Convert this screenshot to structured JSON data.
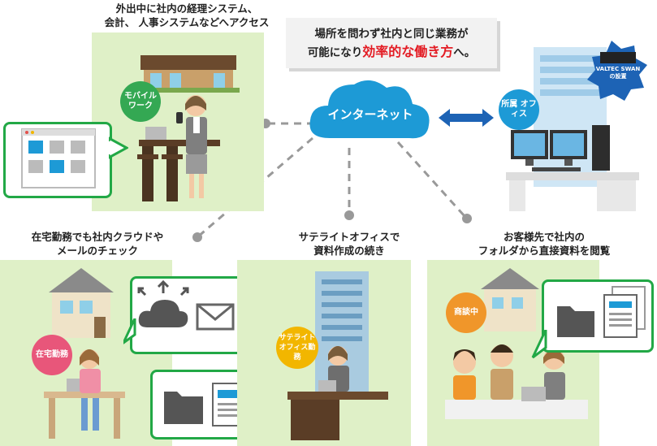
{
  "message": {
    "line1": "場所を問わず社内と同じ業務が",
    "line2_before": "可能になり",
    "line2_highlight": "効率的な働き方",
    "line2_after": "へ。"
  },
  "cloud_label": "インターネット",
  "office": {
    "badge": "所属 オフィス",
    "device_label_1": "VALTEC SWAN",
    "device_label_2": "の設置"
  },
  "mobile": {
    "caption_1": "外出中に社内の経理システム、",
    "caption_2": "会計、 人事システムなどへアクセス",
    "badge": "モバイル ワーク"
  },
  "home": {
    "caption_1": "在宅勤務でも社内クラウドや",
    "caption_2": "メールのチェック",
    "badge": "在宅勤務"
  },
  "satellite": {
    "caption_1": "サテライトオフィスで",
    "caption_2": "資料作成の続き",
    "badge": "サテライト オフィス勤務"
  },
  "client": {
    "caption_1": "お客様先で社内の",
    "caption_2": "フォルダから直接資料を閲覧",
    "badge": "商談中"
  },
  "colors": {
    "panel": "#dff0c7",
    "bubble_border": "#22a846",
    "cloud": "#1d9ad6",
    "highlight": "#e31b23",
    "badge_mobile": "#34a853",
    "badge_home": "#e8567a",
    "badge_satellite": "#f2b600",
    "badge_client": "#f0962a",
    "office_badge": "#1d9ad6"
  }
}
